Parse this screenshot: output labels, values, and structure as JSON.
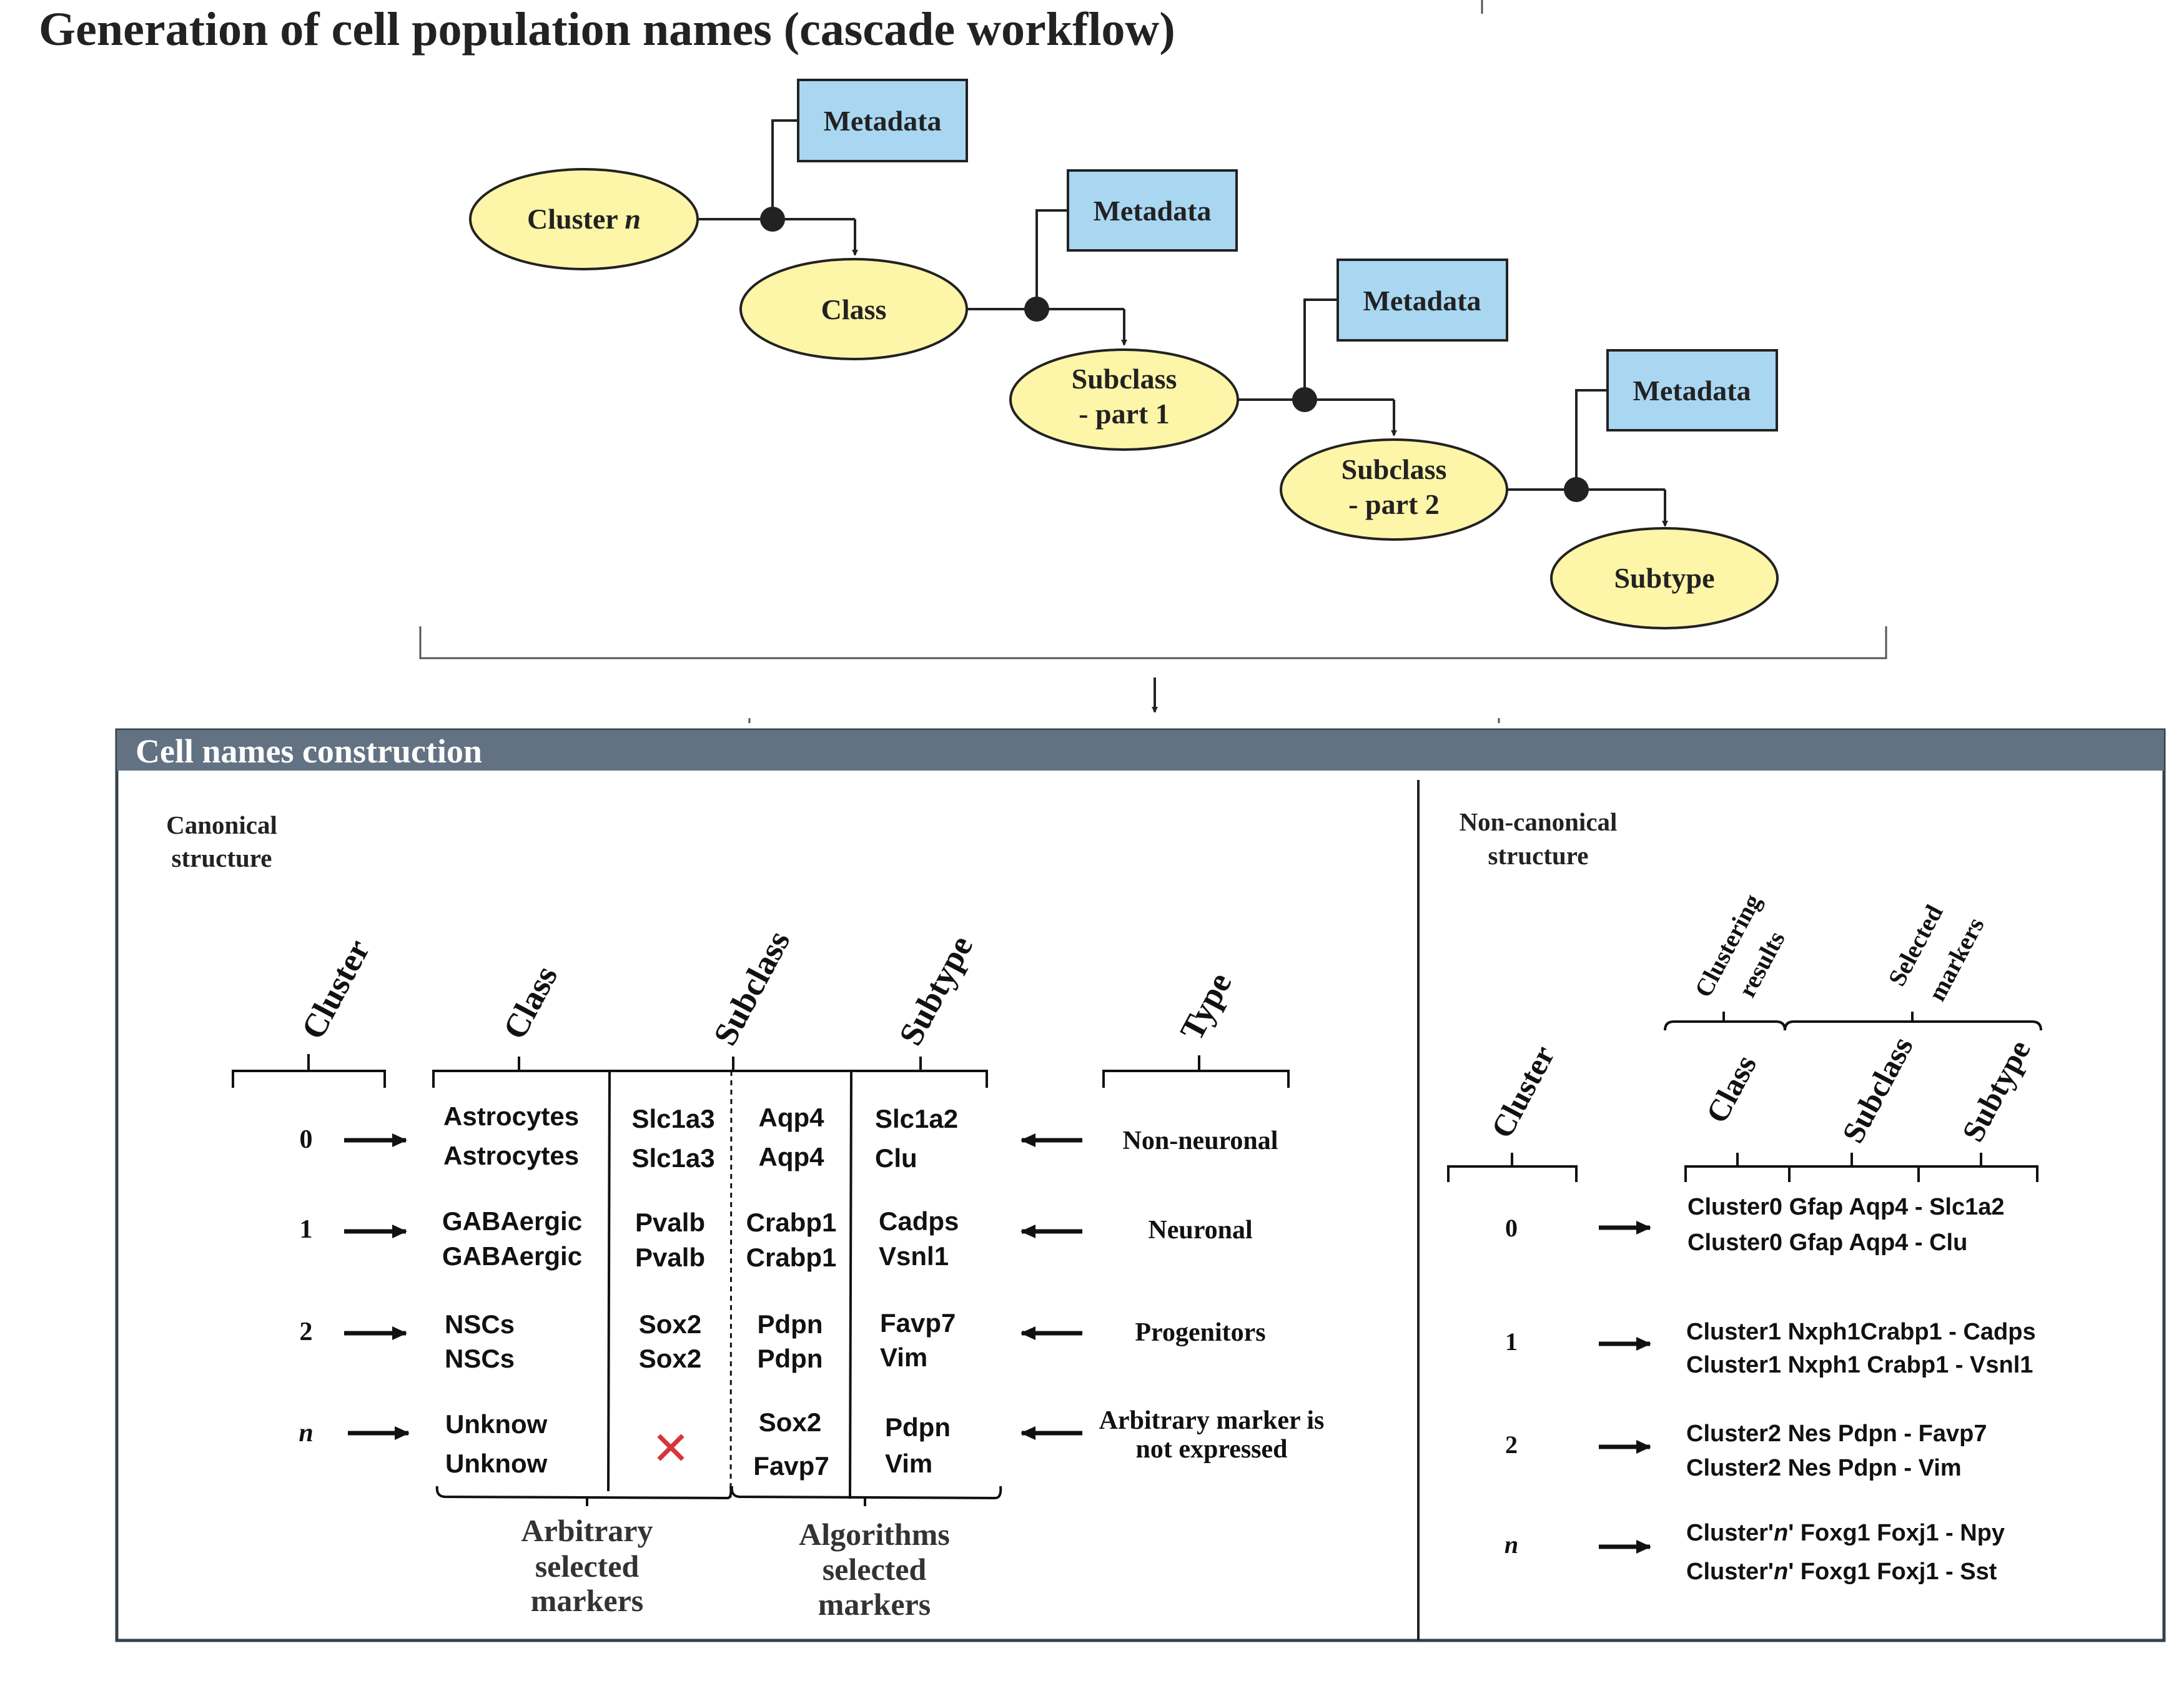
{
  "title": "Generation of cell population names (cascade workflow)",
  "workflow": {
    "nodes": {
      "cluster": "Cluster",
      "cluster_var": "n",
      "class": "Class",
      "subclass1_line1": "Subclass",
      "subclass1_line2": "- part 1",
      "subclass2_line1": "Subclass",
      "subclass2_line2": "- part 2",
      "subtype": "Subtype"
    },
    "metadata_label": "Metadata"
  },
  "panel": {
    "header": "Cell names construction",
    "canonical": {
      "heading_line1": "Canonical",
      "heading_line2": "structure",
      "col_headers": {
        "cluster": "Cluster",
        "class": "Class",
        "subclass": "Subclass",
        "subtype": "Subtype",
        "type": "Type"
      },
      "rows": [
        {
          "cluster": "0",
          "class": [
            "Astrocytes",
            "Astrocytes"
          ],
          "arb": [
            "Slc1a3",
            "Slc1a3"
          ],
          "alg1": [
            "Aqp4",
            "Aqp4"
          ],
          "alg2": [
            "Slc1a2",
            "Clu"
          ],
          "type": [
            "Non-neuronal"
          ]
        },
        {
          "cluster": "1",
          "class": [
            "GABAergic",
            "GABAergic"
          ],
          "arb": [
            "Pvalb",
            "Pvalb"
          ],
          "alg1": [
            "Crabp1",
            "Crabp1"
          ],
          "alg2": [
            "Cadps",
            "Vsnl1"
          ],
          "type": [
            "Neuronal"
          ]
        },
        {
          "cluster": "2",
          "class": [
            "NSCs",
            "NSCs"
          ],
          "arb": [
            "Sox2",
            "Sox2"
          ],
          "alg1": [
            "Pdpn",
            "Pdpn"
          ],
          "alg2": [
            "Favp7",
            "Vim"
          ],
          "type": [
            "Progenitors"
          ]
        },
        {
          "cluster": "n",
          "class": [
            "Unknow",
            "Unknow"
          ],
          "arb": [
            "✕"
          ],
          "alg1": [
            "Sox2",
            "Favp7"
          ],
          "alg2": [
            "Pdpn",
            "Vim"
          ],
          "type": [
            "Arbitrary marker is",
            "not expressed"
          ]
        }
      ],
      "bottom_labels": {
        "arbitrary": [
          "Arbitrary",
          "selected",
          "markers"
        ],
        "algorithms": [
          "Algorithms",
          "selected",
          "markers"
        ]
      }
    },
    "noncanonical": {
      "heading_line1": "Non-canonical",
      "heading_line2": "structure",
      "group_headers": {
        "clustering_line1": "Clustering",
        "clustering_line2": "results",
        "selected_line1": "Selected",
        "selected_line2": "markers"
      },
      "col_headers": {
        "cluster": "Cluster",
        "class": "Class",
        "subclass": "Subclass",
        "subtype": "Subtype"
      },
      "rows": [
        {
          "cluster": "0",
          "names": [
            "Cluster0 Gfap Aqp4 - Slc1a2",
            "Cluster0 Gfap Aqp4 - Clu"
          ]
        },
        {
          "cluster": "1",
          "names": [
            "Cluster1 Nxph1Crabp1 - Cadps",
            "Cluster1 Nxph1 Crabp1 - Vsnl1"
          ]
        },
        {
          "cluster": "2",
          "names": [
            "Cluster2 Nes Pdpn - Favp7",
            "Cluster2 Nes Pdpn - Vim"
          ]
        },
        {
          "cluster": "n",
          "names": [
            [
              "Cluster'",
              "n",
              "' Foxg1 Foxj1  - Npy"
            ],
            [
              "Cluster'",
              "n",
              "' Foxg1 Foxj1  - Sst"
            ]
          ]
        }
      ]
    }
  },
  "colors": {
    "ellipse_fill": "#FDF5A8",
    "metadata_fill": "#A9D7F2",
    "panel_header": "#637282",
    "cross": "#D9333B"
  }
}
